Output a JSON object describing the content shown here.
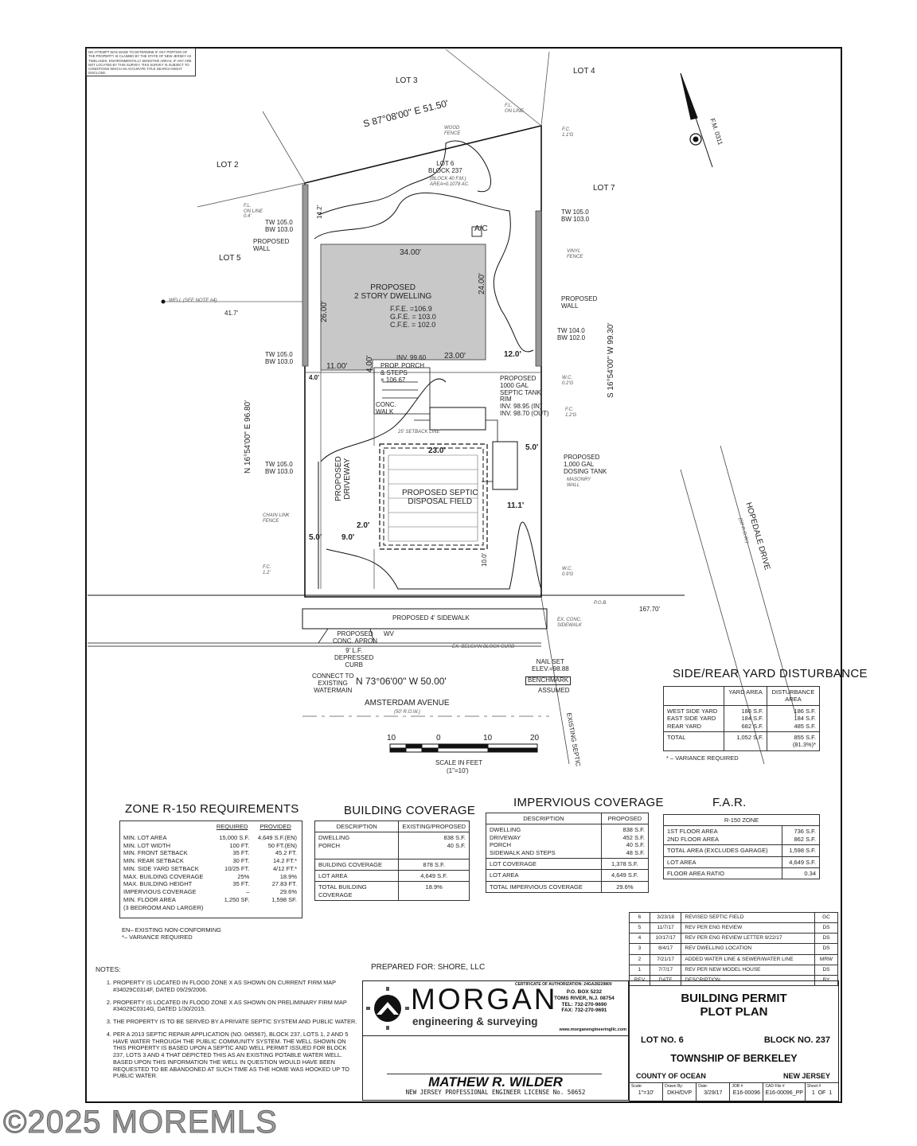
{
  "disclaimer": "NO ATTEMPT WAS MADE TO DETERMINE IF ANY PORTION OF THE PROPERTY IS CLAIMED BY THE STATE OF NEW JERSEY AS TIDELANDS. ENVIRONMENTALLY SENSITIVE AREAS, IF ANY ARE NOT LOCATED BY THIS SURVEY. THIS SURVEY IS SUBJECT TO CONDITIONS WHICH AN ACCURATE TITLE SEARCH MIGHT DISCLOSE.",
  "drawing": {
    "labels": {
      "lot_3": "LOT 3",
      "lot_4": "LOT 4",
      "lot_2": "LOT 2",
      "lot_7": "LOT 7",
      "lot_5": "LOT 5",
      "north_bearing": "S 87°08'00\" E 51.50'",
      "lot_6": "LOT 6\nBLOCK 237",
      "lot_6_area": "(BLOCK 40 F.M.)\nAREA=0.1078 AC.",
      "wood_fence": "WOOD\nFENCE",
      "vinyl_fence": "VINYL\nFENCE",
      "fl_on_line_top": "F.L.\nON LINE",
      "fl_on_line_left": "F.L.\nON LINE\n0.4'",
      "fc_top": "F.C.\n1.1'G",
      "ac": "A/C",
      "dwelling": "PROPOSED\n2 STORY DWELLING",
      "ffe": "F.F.E. =106.9\nG.F.E. = 103.0\nC.F.E. = 102.0",
      "dim_34": "34.00'",
      "dim_26": "26.00'",
      "dim_24": "24.00'",
      "dim_23": "23.00'",
      "dim_11": "11.00'",
      "dim_12": "12.0'",
      "dim_4a": "4.00'",
      "dim_4b": "4.0'",
      "dim_14": "14.2'",
      "inv": "INV. 99.60",
      "tw_left_top": "TW 105.0\nBW 103.0",
      "tw_right_top": "TW 105.0\nBW 103.0",
      "tw_left_mid": "TW 105.0\nBW 103.0",
      "tw_right_mid": "TW 104.0\nBW 102.0",
      "tw_left_low": "TW 105.0\nBW 103.0",
      "wall_left": "PROPOSED\nWALL",
      "wall_right": "PROPOSED\nWALL",
      "west_bearing": "N 16°54'00\" E 96.80'",
      "east_bearing": "S 16°54'00\" W 99.30'",
      "well": "WELL (SEE NOTE #4)",
      "well_dist": "41.7'",
      "porch": "PROP. PORCH\n& STEPS\n× 106.67",
      "conc_walk": "CONC.\nWALK",
      "septic_tank": "PROPOSED\n1000 GAL\nSEPTIC TANK\nRIM\nINV. 98.95 (IN)\nINV. 98.70 (OUT)",
      "dosing_tank": "PROPOSED\n1,000 GAL\nDOSING TANK",
      "masonry_wall": "MASONRY\nWALL",
      "disposal_field": "PROPOSED SEPTIC\nDISPOSAL FIELD",
      "dim_23_field": "23.0'",
      "dim_5_tank": "5.0'",
      "dim_11_1": "11.1'",
      "dim_2": "2.0'",
      "dim_5": "5.0'",
      "dim_9": "9.0'",
      "dim_10": "10.0'",
      "setback_line": "25' SETBACK LINE",
      "driveway": "PROPOSED\nDRIVEWAY",
      "chain_link": "CHAIN LINK\nFENCE",
      "wc_right": "W.C.\n0.2'G",
      "fc_right": "F.C.\n1.2'G",
      "fc_left": "F.C.\n1.2'",
      "wc_bottom": "W.C.\n0.9'G",
      "pob": "P.O.B.",
      "front_dist": "167.70'",
      "sidewalk": "PROPOSED 4' SIDEWALK",
      "ex_sidewalk": "EX. CONC.\nSIDEWALK",
      "apron": "PROPOSED\nCONC. APRON",
      "depressed_curb": "9' L.F.\nDEPRESSED\nCURB",
      "belgian_curb": "EX. BELGIAN BLOCK CURB",
      "wv": "WV",
      "front_bearing": "N 73°06'00\" W 50.00'",
      "watermain": "CONNECT TO\nEXISTING\nWATERMAIN",
      "street": "AMSTERDAM AVENUE",
      "street_row": "(50' R.O.W.)",
      "nail_set": "NAIL SET\nELEV.=98.88",
      "benchmark": "BENCHMARK",
      "assumed": "ASSUMED",
      "hopedale": "HOPEDALE DRIVE",
      "hopedale_row": "(50' R.O.W.)",
      "fm": "F.M. 0311",
      "ex_septic": "EXISTING SEPTIC"
    },
    "scale": {
      "ticks": [
        "10",
        "0",
        "10",
        "20"
      ],
      "label": "SCALE IN FEET",
      "ratio": "(1\"=10')"
    }
  },
  "yard_disturbance": {
    "title": "SIDE/REAR YARD DISTURBANCE",
    "headers": [
      "",
      "YARD AREA",
      "DISTURBANCE\nAREA"
    ],
    "rows": [
      [
        "WEST SIDE YARD\nEAST SIDE YARD\nREAR YARD",
        "186 S.F.\n184 S.F.\n682 S.F.",
        "186 S.F.\n184 S.F.\n485 S.F."
      ],
      [
        "TOTAL",
        "1,052 S.F.",
        "855 S.F.\n(81.3%)*"
      ]
    ],
    "footnote": "* – VARIANCE REQUIRED"
  },
  "zone_requirements": {
    "title": "ZONE R-150 REQUIREMENTS",
    "headers": [
      "",
      "REQUIRED",
      "PROVIDED"
    ],
    "rows": [
      [
        "MIN. LOT AREA",
        "15,000 S.F.",
        "4,649 S.F.(EN)"
      ],
      [
        "MIN. LOT WIDTH",
        "100 FT.",
        "50 FT.(EN)"
      ],
      [
        "MIN. FRONT SETBACK",
        "35 FT.",
        "45.2 FT."
      ],
      [
        "MIN. REAR SETBACK",
        "30 FT.",
        "14.2 FT.*"
      ],
      [
        "MIN. SIDE YARD SETBACK",
        "10/25 FT.",
        "4/12 FT.*"
      ],
      [
        "MAX. BUILDING COVERAGE",
        "25%",
        "18.9%"
      ],
      [
        "MAX. BUILDING HEIGHT",
        "35 FT.",
        "27.83 FT."
      ],
      [
        "IMPERVIOUS COVERAGE",
        "–",
        "29.6%"
      ],
      [
        "MIN. FLOOR AREA\n(3 BEDROOM AND LARGER)",
        "1,250 SF.",
        "1,598 SF."
      ]
    ],
    "footnote": "EN– EXISTING NON-CONFORMING\n *– VARIANCE REQUIRED"
  },
  "building_coverage": {
    "title": "BUILDING COVERAGE",
    "headers": [
      "DESCRIPTION",
      "EXISTING/PROPOSED"
    ],
    "rows": [
      [
        "DWELLING\nPORCH\n\n",
        "838 S.F.\n40 S.F."
      ],
      [
        "BUILDING COVERAGE",
        "878 S.F."
      ],
      [
        "LOT AREA",
        "4,649 S.F."
      ],
      [
        "TOTAL BUILDING COVERAGE",
        "18.9%"
      ]
    ]
  },
  "impervious_coverage": {
    "title": "IMPERVIOUS COVERAGE",
    "headers": [
      "DESCRIPTION",
      "PROPOSED"
    ],
    "rows": [
      [
        "DWELLING\nDRIVEWAY\nPORCH\nSIDEWALK AND STEPS\n",
        "838 S.F.\n452 S.F.\n40 S.F.\n48 S.F."
      ],
      [
        "LOT COVERAGE",
        "1,378 S.F."
      ],
      [
        "LOT AREA",
        "4,649 S.F."
      ],
      [
        "TOTAL IMPERVIOUS COVERAGE",
        "29.6%"
      ]
    ]
  },
  "far": {
    "title": "F.A.R.",
    "headers": [
      "R-150 ZONE"
    ],
    "rows": [
      [
        "1ST FLOOR AREA\n2ND FLOOR AREA\n",
        "736 S.F.\n862 S.F."
      ],
      [
        "TOTAL AREA (EXCLUDES GARAGE)",
        "1,598 S.F."
      ],
      [
        "LOT AREA",
        "4,649 S.F."
      ],
      [
        "FLOOR AREA RATIO",
        "0.34"
      ]
    ]
  },
  "notes": {
    "title": "NOTES:",
    "items": [
      "PROPERTY IS LOCATED IN FLOOD ZONE X AS SHOWN ON CURRENT FIRM MAP #34029C0314F, DATED 09/29/2006.",
      "PROPERTY IS LOCATED IN FLOOD ZONE X AS SHOWN ON PRELIMINARY FIRM MAP #34029C0314G, DATED 1/30/2015.",
      "THE PROPERTY IS TO BE SERVED BY A PRIVATE SEPTIC SYSTEM AND PUBLIC WATER.",
      "PER A 2013 SEPTIC REPAIR APPLICATION (NO. 045567), BLOCK 237, LOTS 1, 2 AND 5 HAVE WATER THROUGH THE PUBLIC COMMUNITY SYSTEM. THE WELL SHOWN ON THIS PROPERTY IS BASED UPON A SEPTIC AND WELL PERMIT ISSUED FOR BLOCK 237, LOTS 3 AND 4 THAT DEPICTED THIS AS AN EXISTING POTABLE WATER WELL. BASED UPON THIS INFORMATION THE WELL IN QUESTION WOULD HAVE BEEN REQUESTED TO BE ABANDONED AT SUCH TIME AS THE HOME WAS HOOKED UP TO PUBLIC WATER."
    ]
  },
  "revisions": {
    "rows": [
      [
        "6",
        "3/23/18",
        "REVISED SEPTIC FIELD",
        "GC"
      ],
      [
        "5",
        "11/7/17",
        "REV PER ENG REVIEW",
        "DS"
      ],
      [
        "4",
        "10/17/17",
        "REV PER ENG REVIEW LETTER 9/22/17",
        "DS"
      ],
      [
        "3",
        "8/4/17",
        "REV DWELLING LOCATION",
        "DS"
      ],
      [
        "2",
        "7/21/17",
        "ADDED WATER LINE & SEWER/WATER LINE",
        "MRW"
      ],
      [
        "1",
        "7/7/17",
        "REV PER NEW MODEL HOUSE",
        "DS"
      ],
      [
        "REV",
        "DATE",
        "DESCRIPTION",
        "BY"
      ]
    ]
  },
  "prepared_for": "PREPARED FOR: SHORE, LLC",
  "firm": {
    "name": "MORGAN",
    "tagline": "engineering & surveying",
    "certificate": "CERTIFICATE OF AUTHORIZATION: 24GA28229800",
    "address": "P.O. BOX 5232\nTOMS RIVER, N.J. 08754\nTEL: 732-270-9690\nFAX: 732-270-9691",
    "website": "www.morganengineeringllc.com"
  },
  "engineer": {
    "name": "MATHEW R. WILDER",
    "license": "NEW JERSEY PROFESSIONAL ENGINEER LICENSE No. 50652"
  },
  "title_block": {
    "title": "BUILDING PERMIT\nPLOT PLAN",
    "lot": "LOT NO. 6",
    "block": "BLOCK NO. 237",
    "township": "TOWNSHIP OF BERKELEY",
    "county": "COUNTY OF OCEAN",
    "state": "NEW JERSEY",
    "info": [
      {
        "label": "Scale:",
        "value": "1\"=10'"
      },
      {
        "label": "Drawn By:",
        "value": "DKH/DVP"
      },
      {
        "label": "Date:",
        "value": "3/29/17"
      },
      {
        "label": "JOB #",
        "value": "E16-00096"
      },
      {
        "label": "CAD File #",
        "value": "E16-00096_PP"
      },
      {
        "label": "Sheet #",
        "value": "1  OF  1"
      }
    ]
  },
  "watermark": "©2025 MOREMLS"
}
